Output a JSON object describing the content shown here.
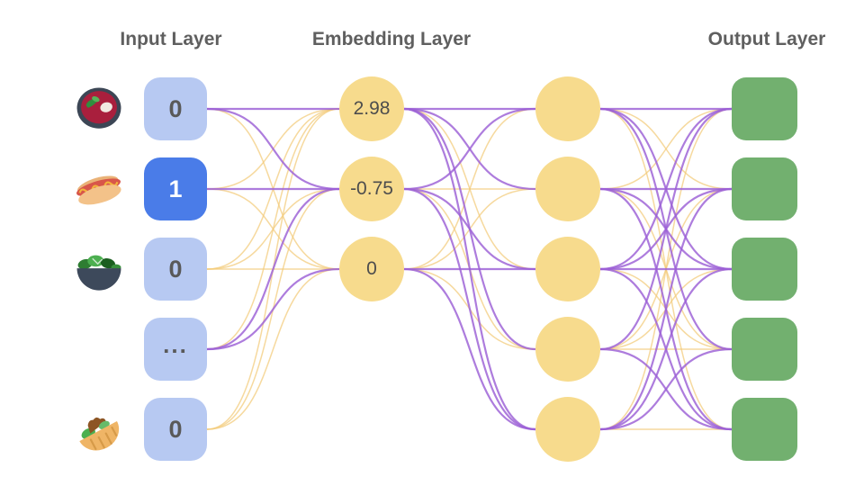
{
  "diagram": {
    "type": "neural-network-embedding-diagram",
    "titles": {
      "input": "Input Layer",
      "embedding": "Embedding Layer",
      "output": "Output Layer"
    },
    "input_nodes": [
      {
        "value": "0",
        "icon": "borscht-soup-icon",
        "active": false
      },
      {
        "value": "1",
        "icon": "hot-dog-icon",
        "active": true
      },
      {
        "value": "0",
        "icon": "green-salad-icon",
        "active": false
      },
      {
        "value": "...",
        "icon": "",
        "active": false
      },
      {
        "value": "0",
        "icon": "stuffed-flatbread-icon",
        "active": false
      }
    ],
    "embedding_values": [
      "2.98",
      "-0.75",
      "0"
    ],
    "hidden_node_count": 5,
    "output_node_count": 5,
    "colors": {
      "background": "#ffffff",
      "title_text": "#5f5f5f",
      "input_node": "#b7c9f2",
      "input_node_active": "#4a7ce8",
      "input_text": "#595959",
      "input_text_active": "#ffffff",
      "embedding_node": "#f7db8d",
      "embedding_text": "#4d4d4d",
      "output_node": "#72b06f",
      "edge_purple": "#9b5fd5",
      "edge_yellow": "#f3ca78"
    },
    "connections": {
      "input_to_embedding": [
        [
          "p",
          "p",
          "y"
        ],
        [
          "y",
          "p",
          "y"
        ],
        [
          "y",
          "y",
          "y"
        ],
        [
          "y",
          "p",
          "p"
        ],
        [
          "y",
          "y",
          "y"
        ]
      ],
      "embedding_to_hidden": [
        [
          "p",
          "p",
          "y",
          "p",
          "p"
        ],
        [
          "p",
          "y",
          "p",
          "y",
          "p"
        ],
        [
          "y",
          "y",
          "p",
          "y",
          "p"
        ]
      ],
      "hidden_to_output": [
        [
          "p",
          "y",
          "p",
          "p",
          "y"
        ],
        [
          "y",
          "p",
          "p",
          "y",
          "p"
        ],
        [
          "p",
          "p",
          "p",
          "y",
          "p"
        ],
        [
          "p",
          "y",
          "y",
          "y",
          "p"
        ],
        [
          "y",
          "p",
          "p",
          "p",
          "y"
        ]
      ]
    }
  }
}
